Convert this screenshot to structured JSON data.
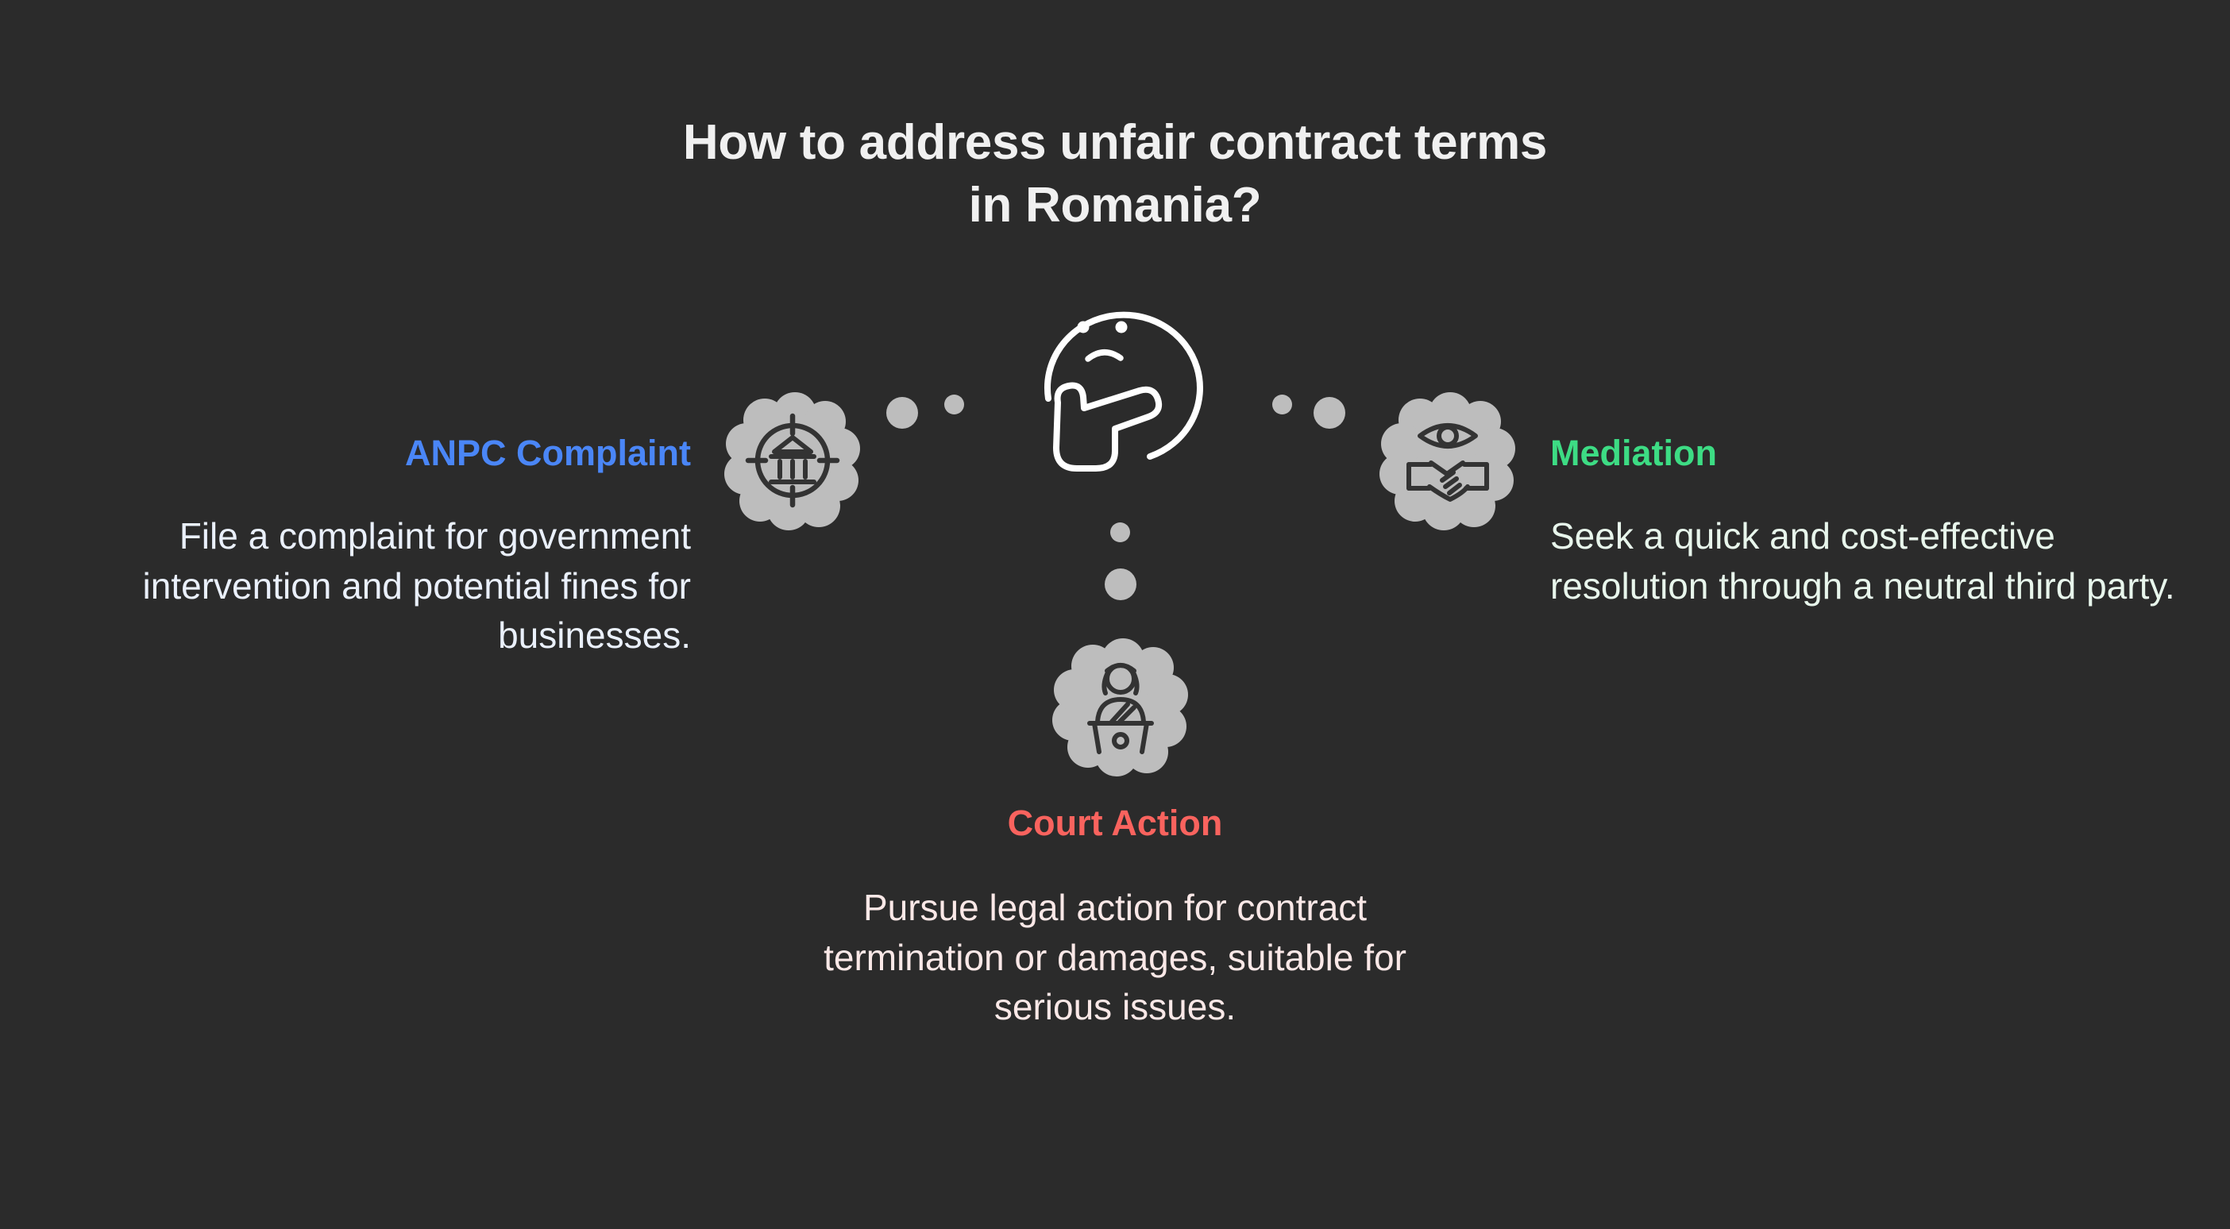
{
  "title": "How to address unfair contract terms in Romania?",
  "theme": {
    "background": "#2b2b2b",
    "title_color": "#f0f0f0",
    "badge_fill": "#bdbdbd",
    "badge_glyph": "#333333",
    "dot_color": "#bdbdbd",
    "face_stroke": "#ffffff"
  },
  "center": {
    "icon": "thinking-face-icon"
  },
  "branches": [
    {
      "id": "anpc",
      "heading": "ANPC Complaint",
      "body": "File a complaint for government intervention and potential fines for businesses.",
      "icon": "government-building-target-icon",
      "accent": "#4a86f7",
      "body_color": "#eaf0fb",
      "position": "left"
    },
    {
      "id": "mediation",
      "heading": "Mediation",
      "body": "Seek a quick and cost-effective resolution through a neutral third party.",
      "icon": "eye-handshake-icon",
      "accent": "#3ddc84",
      "body_color": "#e8f6ec",
      "position": "right"
    },
    {
      "id": "court",
      "heading": "Court Action",
      "body": "Pursue legal action for contract termination or damages, suitable for serious issues.",
      "icon": "judge-bench-icon",
      "accent": "#f9635e",
      "body_color": "#fae8e7",
      "position": "bottom"
    }
  ]
}
